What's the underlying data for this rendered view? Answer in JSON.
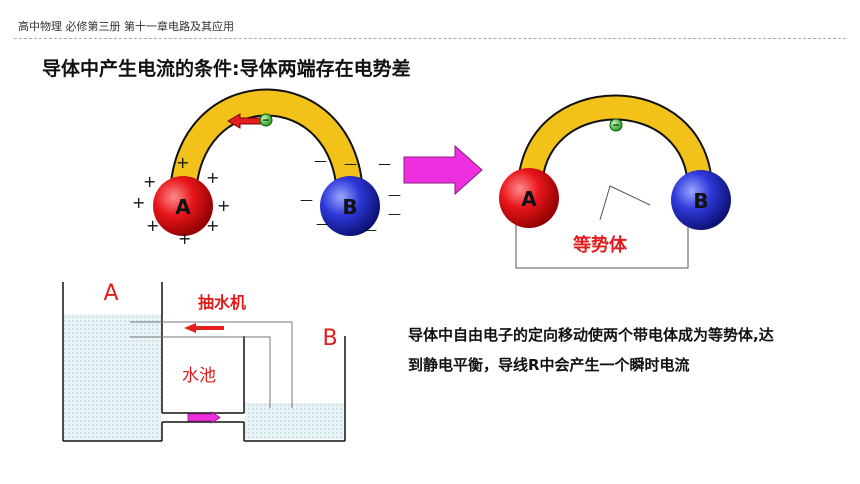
{
  "header": {
    "text": "高中物理  必修第三册 第十一章电路及其应用"
  },
  "title": "导体中产生电流的条件:导体两端存在电势差",
  "left_diagram": {
    "sphere_a_label": "A",
    "sphere_b_label": "B",
    "electron_label": "−",
    "plus_sign": "+",
    "minus_sign": "—"
  },
  "right_diagram": {
    "sphere_a_label": "A",
    "sphere_b_label": "B",
    "electron_label": "−",
    "equipotential_label": "等势体"
  },
  "water_diagram": {
    "tank_a_label": "A",
    "tank_b_label": "B",
    "pump_label": "抽水机",
    "pool_label": "水池"
  },
  "caption": "导体中自由电子的定向移动使两个带电体成为等势体,达到静电平衡，导线R中会产生一个瞬时电流",
  "colors": {
    "sphere_a": "#e8161b",
    "sphere_b": "#2e38d8",
    "wire": "#f2c21a",
    "arrow_red": "#e41e1e",
    "arrow_magenta": "#ee2fe0",
    "label_red": "#e11b1b"
  }
}
